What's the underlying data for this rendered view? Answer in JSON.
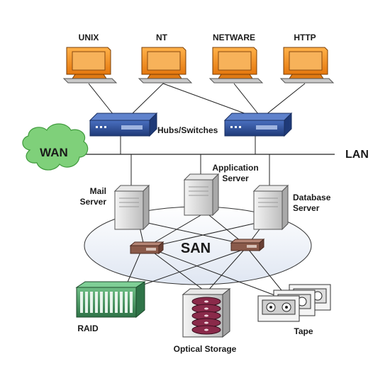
{
  "workstations": [
    {
      "label": "UNIX"
    },
    {
      "label": "NT"
    },
    {
      "label": "NETWARE"
    },
    {
      "label": "HTTP"
    }
  ],
  "hubs_label": "Hubs/Switches",
  "wan_label": "WAN",
  "lan_label": "LAN",
  "servers": {
    "mail": {
      "line1": "Mail",
      "line2": "Server"
    },
    "application": {
      "line1": "Application",
      "line2": "Server"
    },
    "database": {
      "line1": "Database",
      "line2": "Server"
    }
  },
  "san_label": "SAN",
  "storage": {
    "raid": "RAID",
    "optical": "Optical Storage",
    "tape": "Tape"
  },
  "colors": {
    "monitor": "#f08a1c",
    "switch": "#2c4f9a",
    "wan_cloud": "#7fd07a",
    "raid": "#3f8f5a",
    "optical_disc": "#8a2a4a",
    "san_switch": "#8a5a4a"
  }
}
